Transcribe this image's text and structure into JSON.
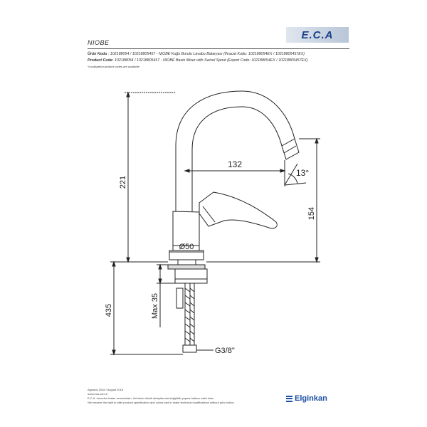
{
  "header": {
    "logo_text": "E.C.A",
    "title": "NIOBE"
  },
  "codes": {
    "tr_label": "Ürün Kodu",
    "tr_text": "  :  102188054 / 10218805457 - NIOBE Kuğu Borulu Lavabo Bataryası (İhracat Kodu: 102188054EX / 10218805457EX)",
    "en_label": "Product Code:",
    "en_text": " 102188054 / 10218805457 - NIOBE Basin Mixer with Swivel Spout (Export Code: 102188054EX / 10218805457EX)",
    "note": "*Localization product codes are available."
  },
  "dimensions": {
    "d221": "221",
    "d132": "132",
    "d13": "13°",
    "d154": "154",
    "d50": "Ø50",
    "d435": "435",
    "dmax35": "Max 35",
    "dg38": "G3/8\""
  },
  "footer": {
    "date": "Ağustos 2018 / August 2018",
    "url": "www.eca.com.tr",
    "tr_notice": "E.C.A. önceden haber vermeksizin, ürünlerin teknik detaylarında değişiklik yapma hakkını saklı tutar.",
    "en_notice": "We reserve the right to alter product specification and colors and to make technical modifications without prior notice.",
    "brand": "Elginkan"
  },
  "colors": {
    "brand_blue": "#1d4fa3",
    "line": "#222222"
  }
}
